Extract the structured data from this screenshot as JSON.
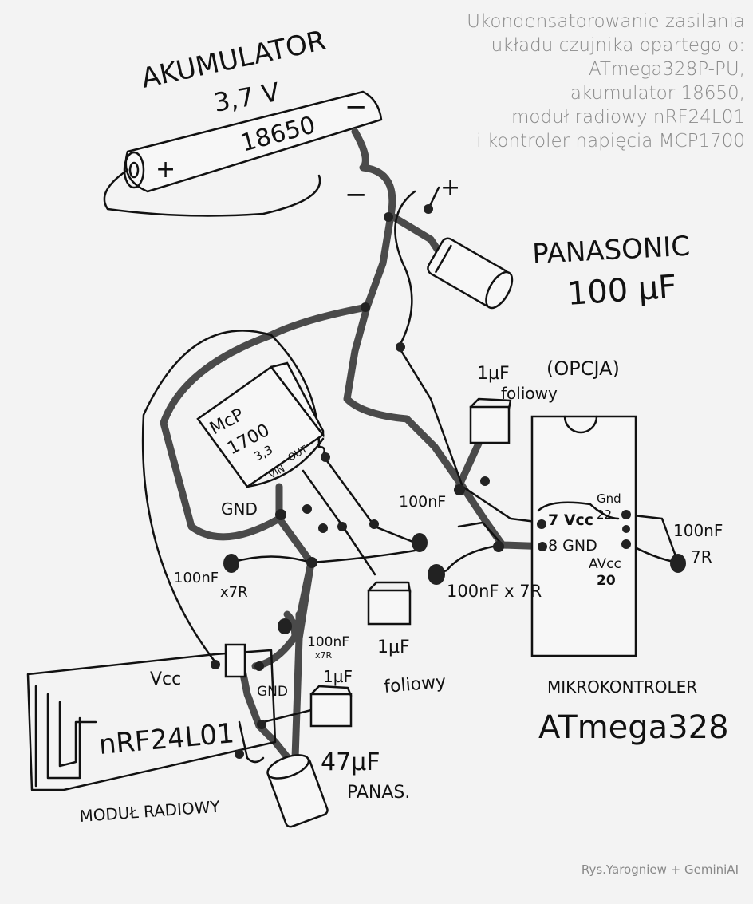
{
  "title_lines": [
    "Ukondensatorowanie zasilania",
    "układu czujnika opartego o:",
    "ATmega328P-PU,",
    "akumulator 18650,",
    "moduł radiowy nRF24L01",
    "i kontroler napięcia MCP1700"
  ],
  "battery": {
    "name": "AKUMULATOR",
    "voltage": "3,7 V",
    "type": "18650",
    "plus": "+",
    "minus": "−"
  },
  "polarity": {
    "minus": "−",
    "plus": "+"
  },
  "big_cap": {
    "brand": "PANASONIC",
    "value": "100 µF"
  },
  "optional": "(OPCJA)",
  "film_cap_top": {
    "value": "1µF",
    "type": "foliowy"
  },
  "regulator": {
    "name": "McP",
    "model": "1700",
    "voltage": "3,3",
    "vin": "VIN",
    "out": "OUT",
    "gnd": "GND"
  },
  "cap_left": {
    "value": "100nF",
    "type": "x7R"
  },
  "cap_mid": {
    "value": "100nF"
  },
  "film_cap_bottom": {
    "value": "1µF",
    "type": "foliowy"
  },
  "cap_right_low": {
    "value": "100nF x 7R"
  },
  "mcu": {
    "pin7": "7 Vcc",
    "pin8": "8 GND",
    "gnd_label": "Gnd",
    "gnd_pin": "22",
    "avcc_label": "AVcc",
    "avcc_pin": "20",
    "label": "MIKROKONTROLER",
    "name": "ATmega328"
  },
  "cap_avcc": {
    "value": "100nF",
    "type": "7R"
  },
  "radio": {
    "vcc": "Vcc",
    "gnd": "GND",
    "name": "nRF24L01",
    "label": "MODUŁ RADIOWY"
  },
  "radio_cap_small": {
    "value": "100nF",
    "type": "x7R"
  },
  "radio_cap_1u": {
    "value": "1µF"
  },
  "radio_cap_47u": {
    "value": "47µF",
    "brand": "PANAS."
  },
  "credit": "Rys.Yarogniew + GeminiAI"
}
